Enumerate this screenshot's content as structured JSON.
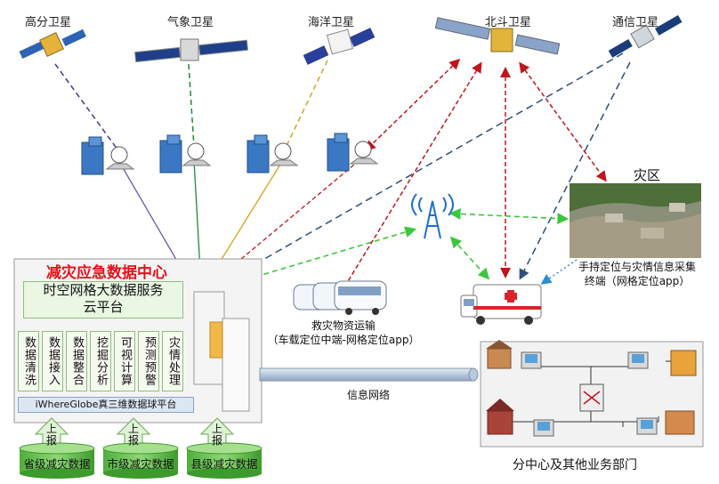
{
  "satellites": {
    "gaofen": "高分卫星",
    "qixiang": "气象卫星",
    "haiyang": "海洋卫星",
    "beidou": "北斗卫星",
    "tongxin": "通信卫星"
  },
  "center": {
    "title": "减灾应急数据中心",
    "cloud_line1": "时空网格大数据服务",
    "cloud_line2": "云平台",
    "functions": [
      "数据清洗",
      "数据接入",
      "数据整合",
      "挖掘分析",
      "可视计算",
      "预测预警",
      "灾情处理"
    ],
    "platform": "iWhereGlobe真三维数据球平台"
  },
  "sources": [
    {
      "up": "上报",
      "label": "省级减灾数据"
    },
    {
      "up": "上报",
      "label": "市级减灾数据"
    },
    {
      "up": "上报",
      "label": "县级减灾数据"
    }
  ],
  "transport": {
    "line1": "救灾物资运输",
    "line2": "（车载定位中端-网格定位app）"
  },
  "network_label": "信息网络",
  "disaster": {
    "title": "灾区",
    "line1": "手持定位与灾情信息采集",
    "line2": "终端（网格定位app）"
  },
  "branch_label": "分中心及其他业务部门",
  "colors": {
    "gaofen_link": "#3c3c8c",
    "qixiang_link": "#1e8a3a",
    "haiyang_link": "#d9a21a",
    "beidou_link": "#c0151b",
    "tongxin_link": "#2d4f7a",
    "wireless_link": "#3cc63c",
    "title_red": "#e8101a"
  }
}
